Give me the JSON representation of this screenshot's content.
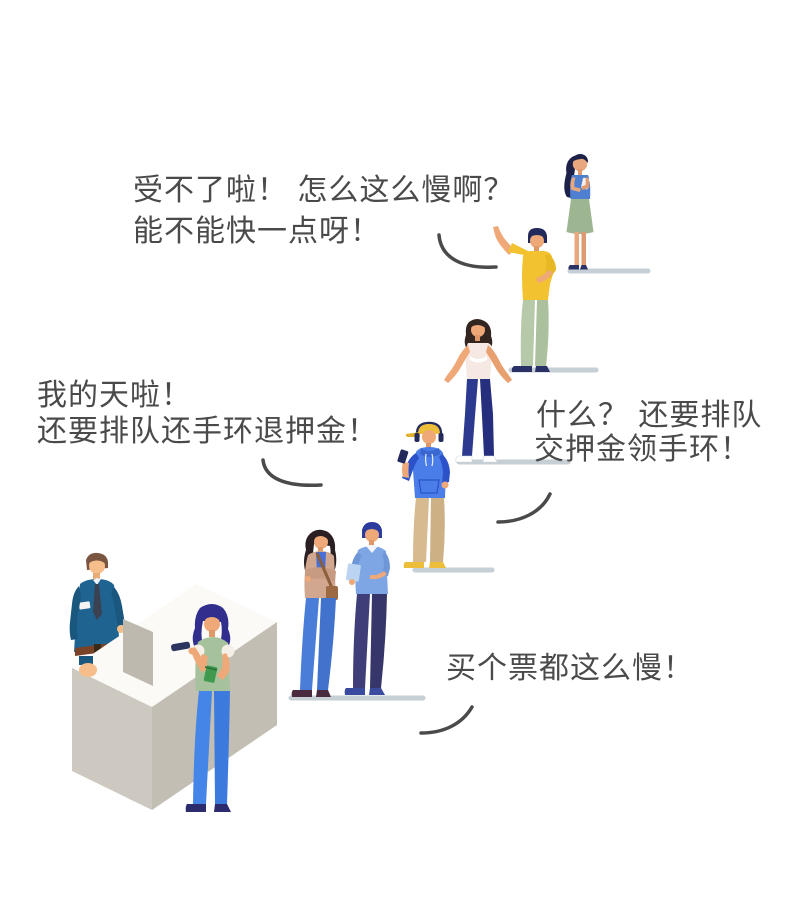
{
  "illustration": {
    "title_hint": "queue-complaints-scene",
    "background": "#FFFFFF",
    "speech": {
      "impatient": {
        "line1": "受不了啦！ 怎么这么慢啊？",
        "line2": "能不能快一点呀！"
      },
      "refund": {
        "line1": "我的天啦！",
        "line2": "还要排队还手环退押金！"
      },
      "deposit": {
        "line1": "什么？ 还要排队",
        "line2": "交押金领手环！"
      },
      "ticket": {
        "line1": "买个票都这么慢！"
      }
    },
    "figures": [
      {
        "name": "woman-checking-phone"
      },
      {
        "name": "man-yellow-shirt-waving"
      },
      {
        "name": "woman-white-tee"
      },
      {
        "name": "man-blue-hoodie-cap-headphones"
      },
      {
        "name": "couple-discussing-tablet"
      },
      {
        "name": "staff-behind-counter"
      },
      {
        "name": "reception-counter"
      },
      {
        "name": "customer-holding-card-and-wallet"
      }
    ],
    "palette": {
      "text_gray": "#4A4A4A",
      "shadow_line": "#C6CFD6",
      "skin": "#EFA878",
      "yellow_shirt": "#F2C230",
      "sage_green": "#9DB591",
      "hoodie_blue": "#4A7DE8",
      "khaki_pants": "#D7BA90",
      "staff_shirt_blue": "#1F6391",
      "counter_gray": "#CDC9C0",
      "jeans_blue": "#4485E8",
      "navy": "#2A3166"
    }
  }
}
